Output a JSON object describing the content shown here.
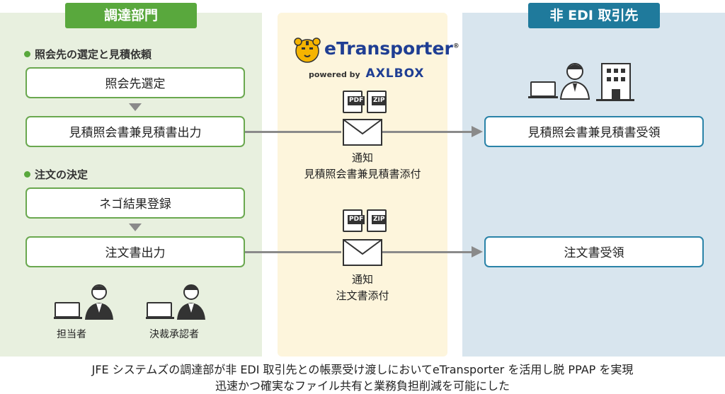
{
  "left_panel": {
    "header": "調達部門",
    "section1": "照会先の選定と見積依頼",
    "box_select": "照会先選定",
    "box_estimate_output": "見積照会書兼見積書出力",
    "section2": "注文の決定",
    "box_nego": "ネゴ結果登録",
    "box_order_output": "注文書出力",
    "person1": "担当者",
    "person2": "決裁承認者"
  },
  "middle_panel": {
    "logo_main": "eTransporter",
    "logo_registered": "®",
    "logo_powered_prefix": "powered by",
    "logo_powered_brand": "AXLBOX",
    "pdf_tag": "PDF",
    "zip_tag": "ZIP",
    "caption1_line1": "通知",
    "caption1_line2": "見積照会書兼見積書添付",
    "caption2_line1": "通知",
    "caption2_line2": "注文書添付"
  },
  "right_panel": {
    "header": "非 EDI 取引先",
    "box_estimate_receive": "見積照会書兼見積書受領",
    "box_order_receive": "注文書受領"
  },
  "footer": {
    "line1": "JFE システムズの調達部が非 EDI 取引先との帳票受け渡しにおいてeTransporter を活用し脱 PPAP を実現",
    "line2": "迅速かつ確実なファイル共有と業務負担削減を可能にした"
  },
  "colors": {
    "left_accent": "#59a83d",
    "right_accent": "#1f7a9c",
    "logo_brand_blue": "#1f3e93"
  }
}
